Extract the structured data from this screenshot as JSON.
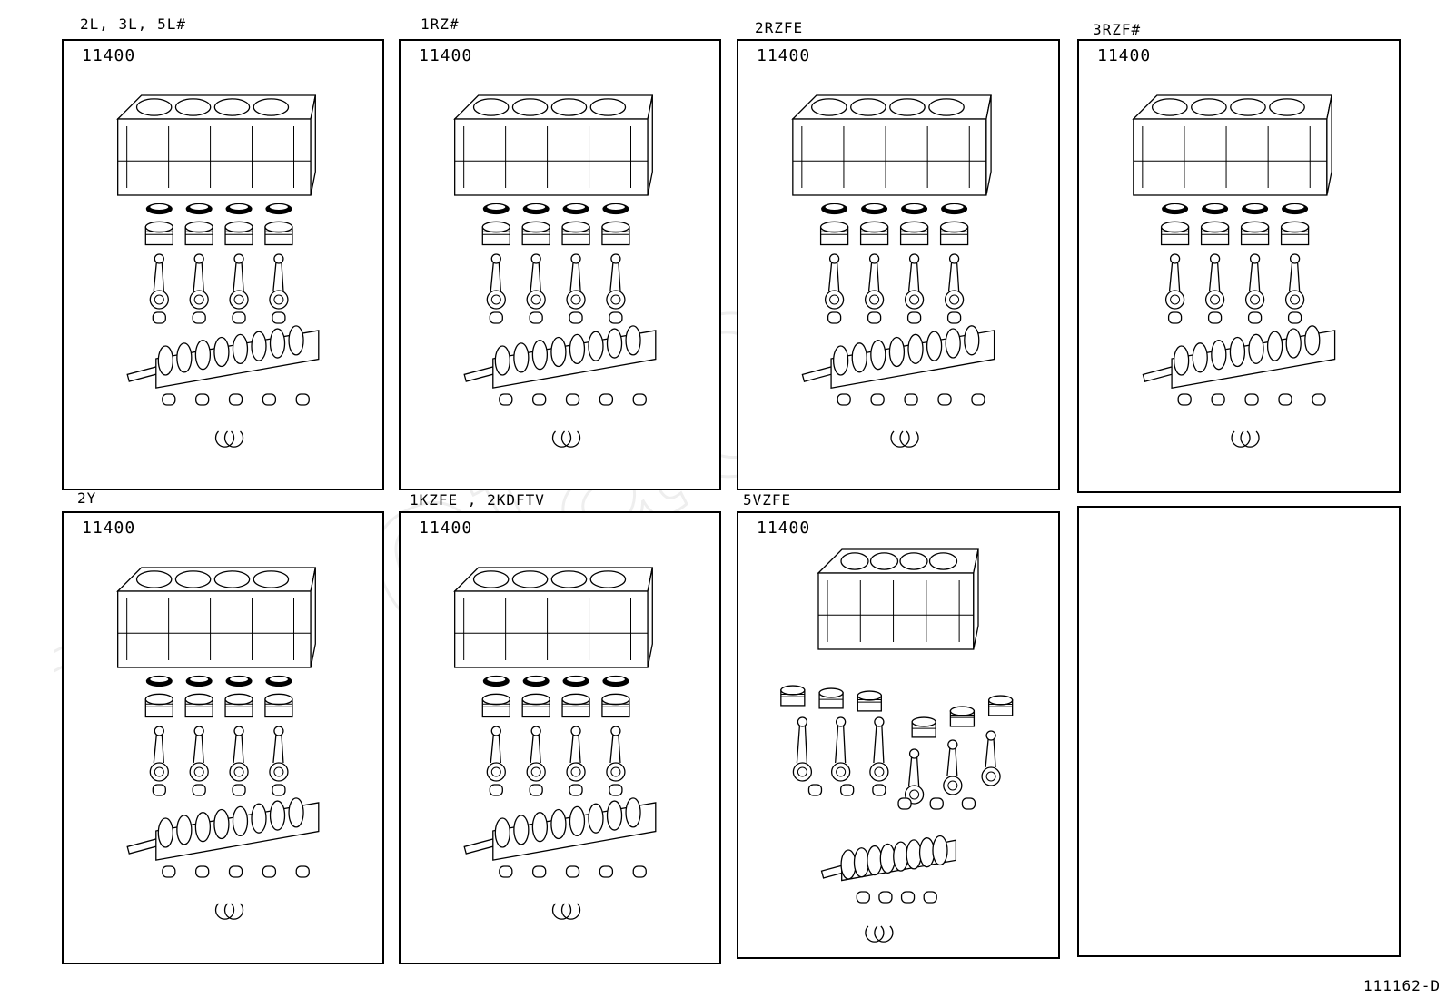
{
  "panels": [
    {
      "caption": "2L, 3L, 5L#",
      "part": "11400",
      "layout": "inline"
    },
    {
      "caption": "1RZ#",
      "part": "11400",
      "layout": "inline"
    },
    {
      "caption": "2RZFE",
      "part": "11400",
      "layout": "inline"
    },
    {
      "caption": "3RZF#",
      "part": "11400",
      "layout": "inline"
    },
    {
      "caption": "2Y",
      "part": "11400",
      "layout": "inline"
    },
    {
      "caption": "1KZFE , 2KDFTV",
      "part": "11400",
      "layout": "inline"
    },
    {
      "caption": "5VZFE",
      "part": "11400",
      "layout": "v"
    },
    {
      "caption": "",
      "part": "",
      "layout": "empty"
    }
  ],
  "diagram_ref": "111162-D",
  "colors": {
    "line": "#000000",
    "background": "#ffffff",
    "watermark": "#f2f2f2"
  }
}
